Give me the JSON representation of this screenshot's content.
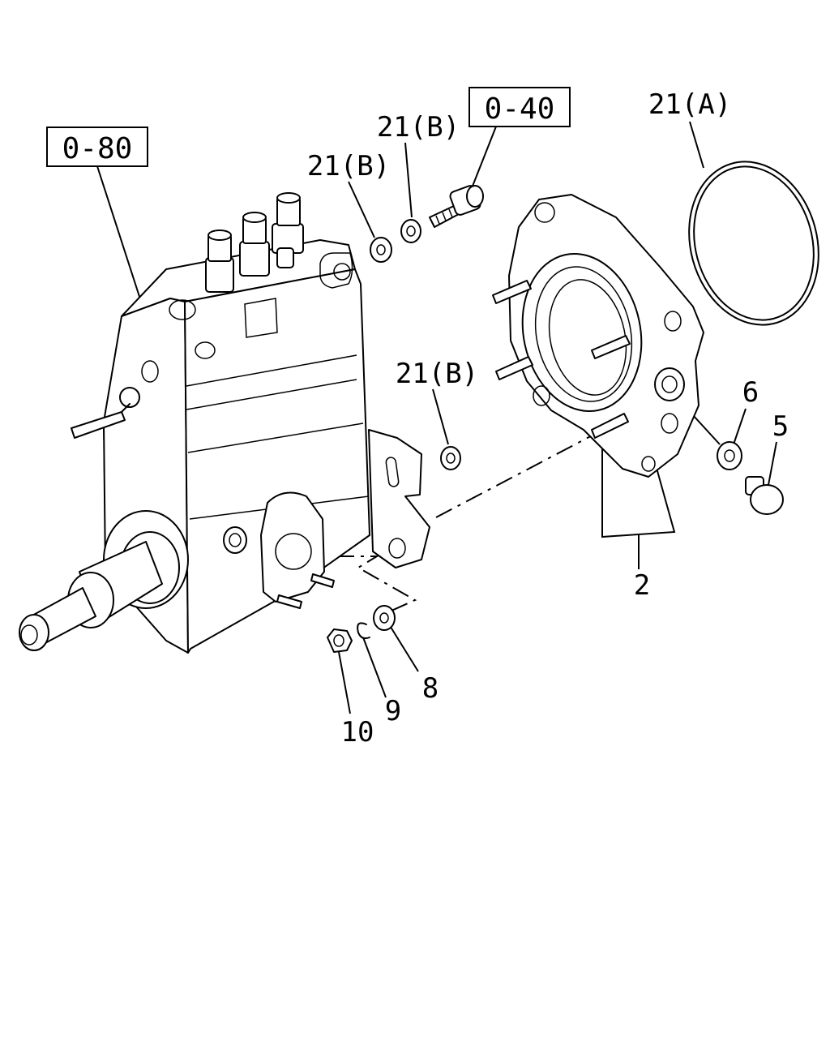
{
  "references": {
    "ref_080": "0-80",
    "ref_040": "0-40"
  },
  "callouts": {
    "c21b_top": "21(B)",
    "c21b_mid": "21(B)",
    "c21b_lower": "21(B)",
    "c21a": "21(A)",
    "c2": "2",
    "c5": "5",
    "c6": "6",
    "c8": "8",
    "c9": "9",
    "c10": "10"
  }
}
